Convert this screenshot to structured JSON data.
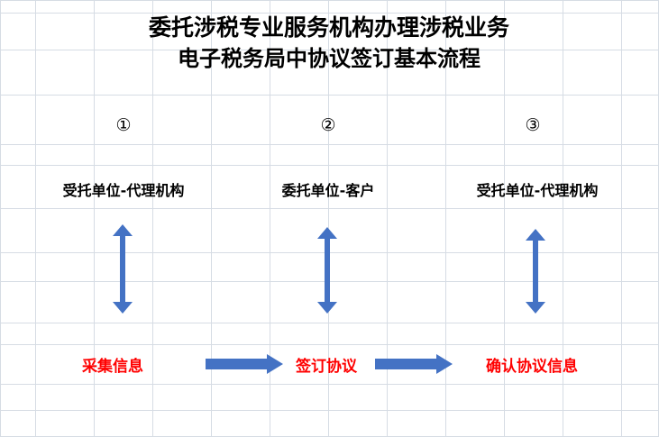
{
  "document": {
    "title_line_1": "委托涉税专业服务机构办理涉税业务",
    "title_line_2": "电子税务局中协议签订基本流程"
  },
  "colors": {
    "arrow_blue": "#4472c4",
    "step_red": "#ff0000",
    "gridline": "#d6dce4",
    "text_black": "#000000"
  },
  "steps": [
    {
      "number": "①",
      "role": "受托单位-代理机构",
      "action": "采集信息"
    },
    {
      "number": "②",
      "role": "委托单位-客户",
      "action": "签订协议"
    },
    {
      "number": "③",
      "role": "受托单位-代理机构",
      "action": "确认协议信息"
    }
  ],
  "connectors": {
    "vertical_arrow_name": "double-headed-vertical-arrow",
    "horizontal_arrow_name": "right-arrow"
  }
}
